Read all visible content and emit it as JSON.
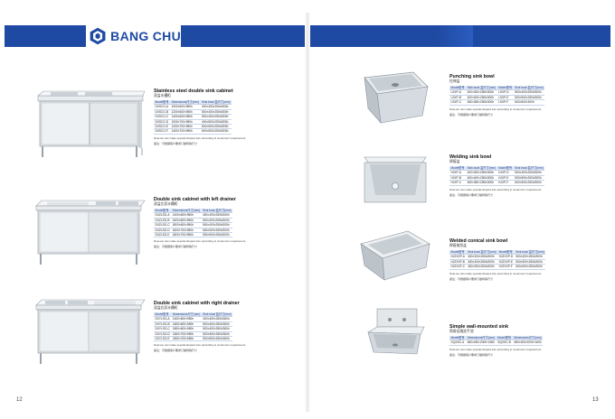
{
  "brand": {
    "name": "BANG CHU"
  },
  "series_title": "Stainless Steel Sink Series",
  "page_numbers": {
    "left": "12",
    "right": "13"
  },
  "note": {
    "en": "Note:we can make special-shaped size according to customer's requirement",
    "cn": "备注：可根据客户要求订做特殊尺寸"
  },
  "left_products": [
    {
      "title": "Stainless steel double sink cabinet",
      "subtitle": "双盆水槽柜",
      "headers": [
        "Model型号",
        "Dimensions尺寸(mm)",
        "Sink bowl 盆尺寸(mm)"
      ],
      "rows": [
        [
          "DXSCG-A",
          "1000×600×950h",
          "400×400×250h/300h"
        ],
        [
          "DXSCG-B",
          "1200×600×950h",
          "500×400×250h/300h"
        ],
        [
          "DXSCG-C",
          "1400×600×950h",
          "500×400×250h/300h"
        ],
        [
          "DXSCG-D",
          "1000×700×950h",
          "400×500×250h/300h"
        ],
        [
          "DXSCG-E",
          "1200×700×950h",
          "500×500×250h/300h"
        ],
        [
          "DXSCG-F",
          "1400×700×950h",
          "600×500×250h/300h"
        ]
      ]
    },
    {
      "title": "Double sink cabinet with left drainer",
      "subtitle": "双盆左沥水槽柜",
      "headers": [
        "Model型号",
        "Dimensions尺寸(mm)",
        "Sink bowl 盆尺寸(mm)"
      ],
      "rows": [
        [
          "DXZLSG-A",
          "1400×600×950h",
          "400×400×250h/300h"
        ],
        [
          "DXZLSG-B",
          "1600×600×950h",
          "500×400×250h/300h"
        ],
        [
          "DXZLSG-C",
          "1800×600×950h",
          "500×400×250h/300h"
        ],
        [
          "DXZLSG-D",
          "1600×700×950h",
          "500×500×250h/300h"
        ],
        [
          "DXZLSG-E",
          "1800×700×950h",
          "500×500×250h/300h"
        ]
      ]
    },
    {
      "title": "Double sink cabinet with right drainer",
      "subtitle": "双盆右沥水槽柜",
      "headers": [
        "Model型号",
        "Dimensions尺寸(mm)",
        "Sink bowl 盆尺寸(mm)"
      ],
      "rows": [
        [
          "DXYLSG-A",
          "1400×600×950h",
          "400×400×250h/300h"
        ],
        [
          "DXYLSG-B",
          "1600×600×950h",
          "500×400×250h/300h"
        ],
        [
          "DXYLSG-C",
          "1800×600×950h",
          "500×400×250h/300h"
        ],
        [
          "DXYLSG-D",
          "1600×700×950h",
          "500×500×250h/300h"
        ],
        [
          "DXYLSG-E",
          "1800×700×950h",
          "500×500×250h/300h"
        ]
      ]
    }
  ],
  "right_products": [
    {
      "title": "Punching sink bowl",
      "subtitle": "拉伸盆",
      "headers": [
        "Model型号",
        "Sink bowl 盆尺寸(mm)",
        "Model型号",
        "Sink bowl 盆尺寸(mm)"
      ],
      "rows": [
        [
          "LSXP-A",
          "400×300×250h/300h",
          "LSXP-D",
          "500×400×250h/300h"
        ],
        [
          "LSXP-B",
          "400×400×250h/300h",
          "LSXP-E",
          "500×500×250h/300h"
        ],
        [
          "LSXP-C",
          "450×350×250h/300h",
          "LSXP-F",
          "600×500×300h"
        ]
      ]
    },
    {
      "title": "Welding sink bowl",
      "subtitle": "焊接盆",
      "headers": [
        "Model型号",
        "Sink bowl 盆尺寸(mm)",
        "Model型号",
        "Sink bowl 盆尺寸(mm)"
      ],
      "rows": [
        [
          "HJXP-A",
          "400×300×250h/300h",
          "HJXP-D",
          "500×400×250h/300h"
        ],
        [
          "HJXP-B",
          "400×400×250h/300h",
          "HJXP-E",
          "500×500×250h/300h"
        ],
        [
          "HJXP-C",
          "450×350×250h/300h",
          "HJXP-F",
          "600×500×250h/300h"
        ]
      ]
    },
    {
      "title": "Welded conical sink bowl",
      "subtitle": "焊接锥形盆",
      "headers": [
        "Model型号",
        "Sink bowl 盆尺寸(mm)",
        "Model型号",
        "Sink bowl 盆尺寸(mm)"
      ],
      "rows": [
        [
          "HJZXXP-A",
          "400×300×250h/300h",
          "HJZXXP-D",
          "500×400×250h/300h"
        ],
        [
          "HJZXXP-B",
          "400×400×250h/300h",
          "HJZXXP-E",
          "500×500×250h/300h"
        ],
        [
          "HJZXXP-C",
          "450×350×250h/300h",
          "HJZXXP-F",
          "600×500×250h/300h"
        ]
      ]
    },
    {
      "title": "Simple wall-mounted sink",
      "subtitle": "简易挂墙洗手池",
      "headers": [
        "Model型号",
        "Dimensions尺寸(mm)",
        "Model型号",
        "Dimensions尺寸(mm)"
      ],
      "rows": [
        [
          "GQXSC-A",
          "480×430×200h+160h",
          "GQXSC-B",
          "450×450×200h+160h"
        ]
      ]
    }
  ]
}
